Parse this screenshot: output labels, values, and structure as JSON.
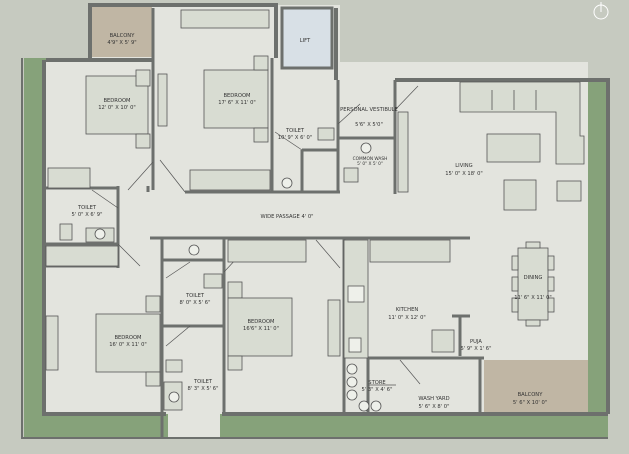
{
  "rooms": {
    "balcony_top": {
      "name": "BALCONY",
      "size": "4'9\" X 5' 9\""
    },
    "lift": {
      "name": "LIFT"
    },
    "bedroom_1": {
      "name": "BEDROOM",
      "size": "12' 0\" X 10' 0\""
    },
    "bedroom_2": {
      "name": "BEDROOM",
      "size": "17' 6\" X 11' 0\""
    },
    "personal_vestibule": {
      "name": "PERSONAL VESTIBULE",
      "size": "5'6\" X 5'0\""
    },
    "toilet_top": {
      "name": "TOILET",
      "size": "10' 9\" X 6' 0\""
    },
    "common_wash": {
      "name": "COMMON WASH",
      "size": "5' 0\" X 5' 0\""
    },
    "living": {
      "name": "LIVING",
      "size": "15' 0\" X 18' 0\""
    },
    "toilet_left": {
      "name": "TOILET",
      "size": "5' 0\" X 6' 9\""
    },
    "wide_passage": {
      "name": "WIDE PASSAGE 4' 0\""
    },
    "dining": {
      "name": "DINING",
      "size": "11' 6\" X 11' 0\""
    },
    "toilet_mid": {
      "name": "TOILET",
      "size": "8' 0\" X 5' 6\""
    },
    "bedroom_3": {
      "name": "BEDROOM",
      "size": "16'6\" X 11' 0\""
    },
    "kitchen": {
      "name": "KITCHEN",
      "size": "11' 0\" X 12' 0\""
    },
    "bedroom_4": {
      "name": "BEDROOM",
      "size": "16' 0\" X 11' 0\""
    },
    "puja": {
      "name": "PUJA",
      "size": "5' 9\" X 1' 6\""
    },
    "toilet_bottom": {
      "name": "TOILET",
      "size": "8' 3\" X 5' 6\""
    },
    "store": {
      "name": "STORE",
      "size": "5' 3\" X 4' 6\""
    },
    "wash_yard": {
      "name": "WASH YARD",
      "size": "5' 6\" X 8' 0\""
    },
    "balcony_bottom": {
      "name": "BALCONY",
      "size": "5' 6\" X 10' 0\""
    }
  },
  "colors": {
    "background": "#c6cac0",
    "floor": "#e3e4de",
    "wall": "#6d706d",
    "garden": "#86a27a",
    "balcony": "#c0b6a4",
    "furniture": "#d8dcd2",
    "lift": "#d8e0e6"
  },
  "icons": [
    "north-arrow-icon"
  ]
}
